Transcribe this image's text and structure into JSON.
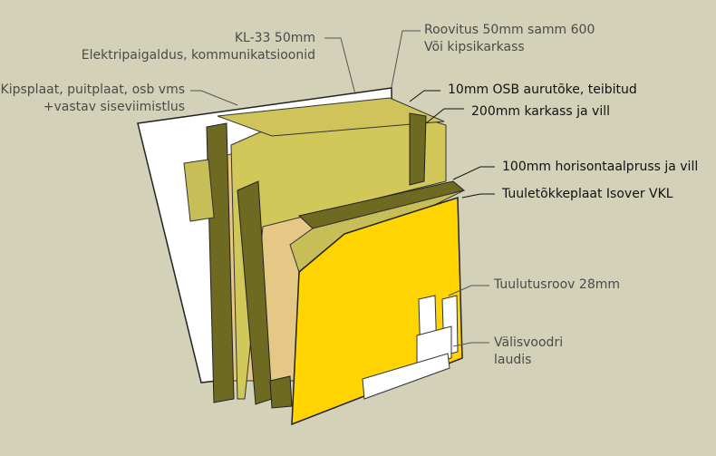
{
  "labels": {
    "kl33": {
      "line1": "KL-33 50mm",
      "line2": "Elektripaigaldus, kommunikatsioonid"
    },
    "interior": {
      "line1": "Kipsplaat, puitplaat, osb vms",
      "line2": "+vastav siseviimistlus"
    },
    "roovitus": {
      "line1": "Roovitus 50mm samm 600",
      "line2": "Või kipsikarkass"
    },
    "osb": "10mm OSB aurutõke, teibitud",
    "karkass": "200mm karkass ja vill",
    "horisontaal": "100mm horisontaalpruss ja vill",
    "tuuletoke": "Tuuletõkkeplaat Isover VKL",
    "tuulutus": "Tuulutusroov 28mm",
    "valisvoodri": {
      "line1": "Välisvoodri",
      "line2": "laudis"
    }
  },
  "colors": {
    "background": "#d4d1b9",
    "gypsum": "#ffffff",
    "osb": "#e8c98a",
    "timber": "#6e6a22",
    "insulation": "#d2c85a",
    "wind_barrier": "#ffd400"
  }
}
